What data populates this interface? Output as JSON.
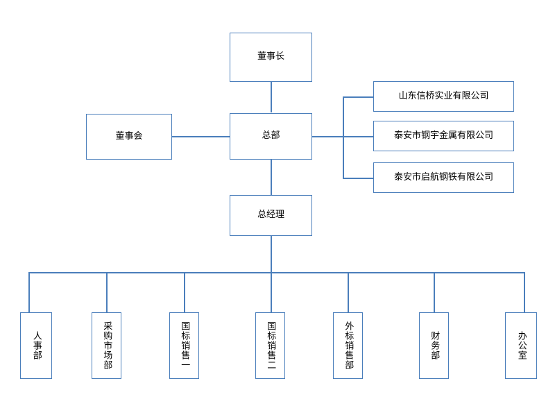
{
  "chart": {
    "type": "org-chart",
    "title": "",
    "line_color": "#4a7ebb",
    "border_color": "#4a7ebb",
    "background": "#ffffff"
  },
  "nodes": {
    "chairman": {
      "label": "董事长"
    },
    "board": {
      "label": "董事会"
    },
    "headquarters": {
      "label": "总部"
    },
    "general_manager": {
      "label": "总经理"
    },
    "subsidiary_1": {
      "label": "山东信桥实业有限公司"
    },
    "subsidiary_2": {
      "label": "泰安市钢宇金属有限公司"
    },
    "subsidiary_3": {
      "label": "泰安市启航钢铁有限公司"
    },
    "departments": [
      {
        "label": "人事部"
      },
      {
        "label": "采购市场部"
      },
      {
        "label": "国标销售一"
      },
      {
        "label": "国标销售二"
      },
      {
        "label": "外标销售部"
      },
      {
        "label": "财务部"
      },
      {
        "label": "办公室"
      }
    ]
  }
}
